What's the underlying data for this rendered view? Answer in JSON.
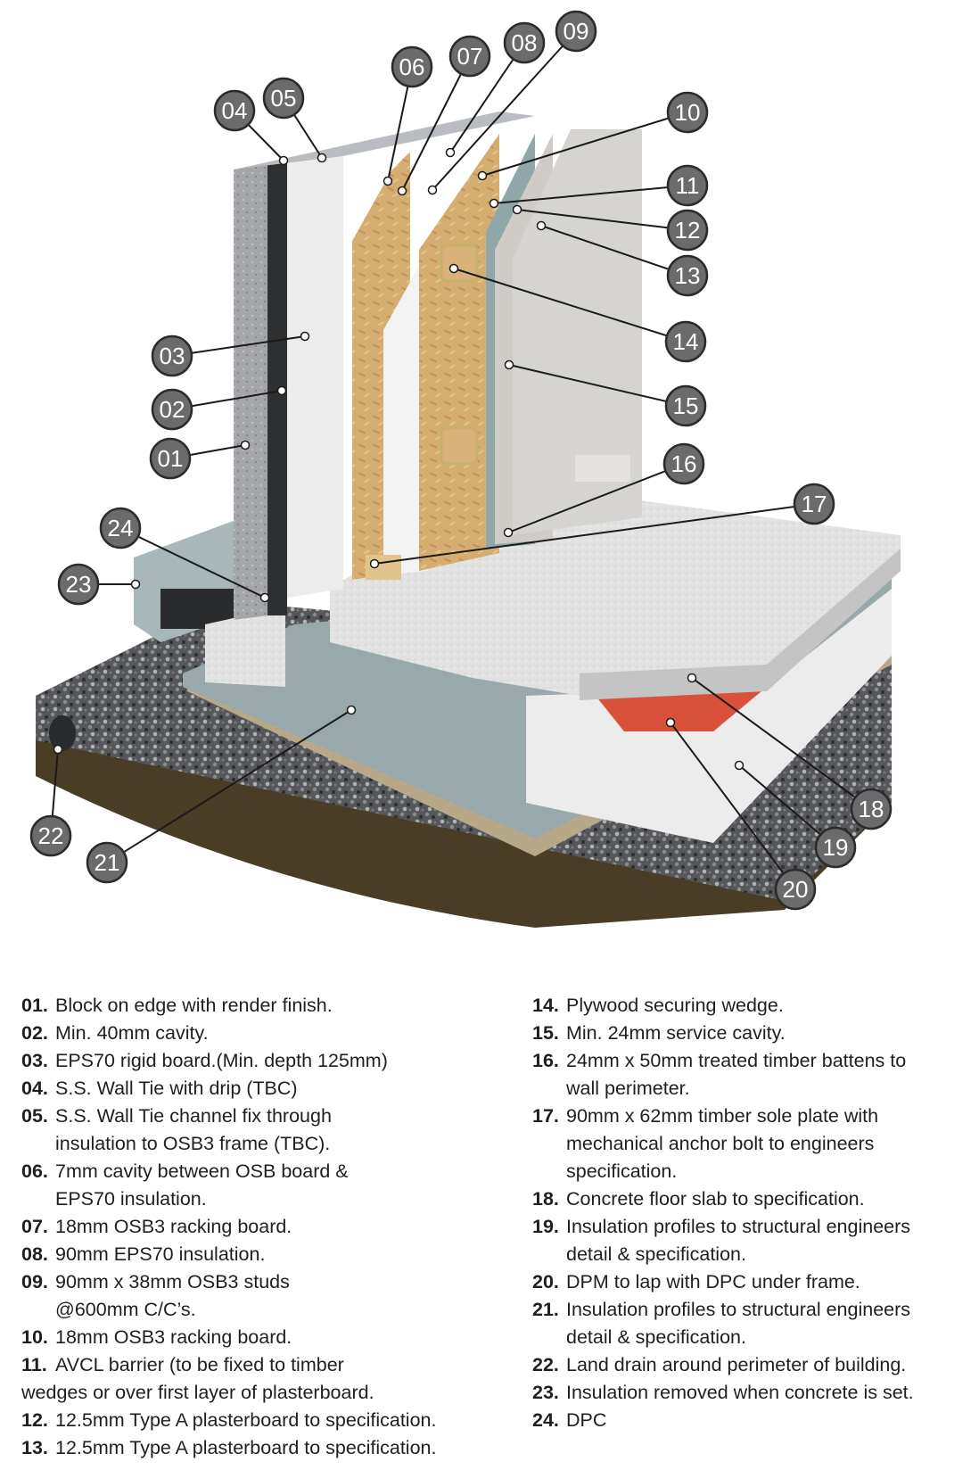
{
  "colors": {
    "badge_fill": "#6b6b6d",
    "badge_stroke": "#2b2b2b",
    "leader": "#1a1a1a",
    "block": "#9a9ca0",
    "cavity": "#2e2f31",
    "eps": "#e9e9e9",
    "osb": "#d3a96b",
    "avcl": "#8fa7a8",
    "plasterboard": "#d2d0cd",
    "slab": "#dcdcdc",
    "dpm": "#d9513a",
    "insulation_profile": "#98a8ab",
    "gravel": "#5e5f61",
    "soil": "#4a3d25",
    "blinding": "#b7a888"
  },
  "callouts": [
    {
      "id": "01"
    },
    {
      "id": "02"
    },
    {
      "id": "03"
    },
    {
      "id": "04"
    },
    {
      "id": "05"
    },
    {
      "id": "06"
    },
    {
      "id": "07"
    },
    {
      "id": "08"
    },
    {
      "id": "09"
    },
    {
      "id": "10"
    },
    {
      "id": "11"
    },
    {
      "id": "12"
    },
    {
      "id": "13"
    },
    {
      "id": "14"
    },
    {
      "id": "15"
    },
    {
      "id": "16"
    },
    {
      "id": "17"
    },
    {
      "id": "18"
    },
    {
      "id": "19"
    },
    {
      "id": "20"
    },
    {
      "id": "21"
    },
    {
      "id": "22"
    },
    {
      "id": "23"
    },
    {
      "id": "24"
    }
  ],
  "legend_left": [
    {
      "num": "01.",
      "lines": [
        "Block on edge with render finish."
      ]
    },
    {
      "num": "02.",
      "lines": [
        "Min. 40mm cavity."
      ]
    },
    {
      "num": "03.",
      "lines": [
        "EPS70 rigid board.(Min. depth 125mm)"
      ]
    },
    {
      "num": "04.",
      "lines": [
        "S.S. Wall Tie with drip (TBC)"
      ]
    },
    {
      "num": "05.",
      "lines": [
        "S.S. Wall Tie channel fix through",
        "insulation to OSB3 frame (TBC)."
      ]
    },
    {
      "num": "06.",
      "lines": [
        "7mm cavity between OSB board &",
        "EPS70 insulation."
      ]
    },
    {
      "num": "07.",
      "lines": [
        "18mm OSB3 racking board."
      ]
    },
    {
      "num": "08.",
      "lines": [
        "90mm EPS70 insulation."
      ]
    },
    {
      "num": "09.",
      "lines": [
        "90mm x 38mm OSB3 studs",
        "@600mm C/C’s."
      ]
    },
    {
      "num": "10.",
      "lines": [
        "18mm OSB3 racking board."
      ]
    },
    {
      "num": "11.",
      "lines": [
        "AVCL barrier (to be fixed to timber"
      ],
      "continuation": "wedges or over first layer of plasterboard."
    },
    {
      "num": "12.",
      "lines": [
        "12.5mm Type A plasterboard to specification."
      ]
    },
    {
      "num": "13.",
      "lines": [
        "12.5mm Type A plasterboard to specification."
      ]
    }
  ],
  "legend_right": [
    {
      "num": "14.",
      "lines": [
        "Plywood securing wedge."
      ]
    },
    {
      "num": "15.",
      "lines": [
        "Min. 24mm service cavity."
      ]
    },
    {
      "num": "16.",
      "lines": [
        "24mm x 50mm treated timber battens to",
        "wall perimeter."
      ]
    },
    {
      "num": "17.",
      "lines": [
        "90mm x 62mm timber sole plate with",
        "mechanical anchor bolt to engineers",
        "specification."
      ]
    },
    {
      "num": "18.",
      "lines": [
        "Concrete floor slab to specification."
      ]
    },
    {
      "num": "19.",
      "lines": [
        "Insulation profiles to structural engineers",
        "detail & specification."
      ]
    },
    {
      "num": "20.",
      "lines": [
        "DPM to lap with DPC under frame."
      ]
    },
    {
      "num": "21.",
      "lines": [
        "Insulation profiles to structural engineers",
        "detail & specification."
      ]
    },
    {
      "num": "22.",
      "lines": [
        "Land drain around perimeter of building."
      ]
    },
    {
      "num": "23.",
      "lines": [
        "Insulation removed when concrete is set."
      ]
    },
    {
      "num": "24.",
      "lines": [
        "DPC"
      ]
    }
  ]
}
